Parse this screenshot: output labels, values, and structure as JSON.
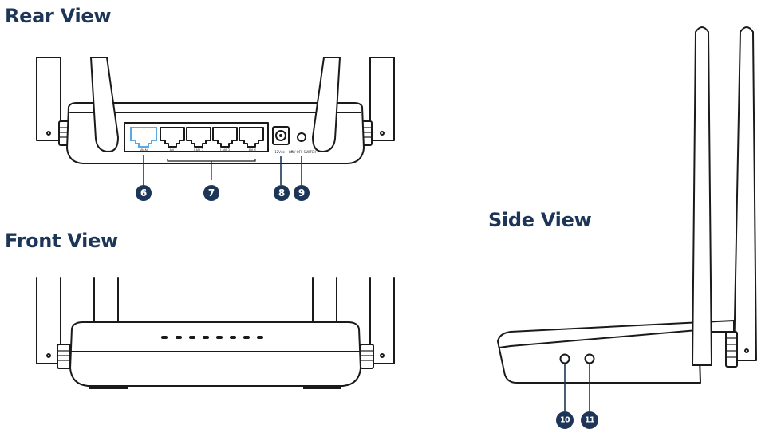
{
  "titles": {
    "rear": "Rear View",
    "front": "Front View",
    "side": "Side View"
  },
  "rear_port_labels": {
    "wan": "WAN",
    "lan1": "LAN 1",
    "lan2": "LAN 2",
    "lan3": "LAN 3",
    "lan4": "LAN 4",
    "power": "12Vdc ⎓ 1A",
    "switch": "ON / OFF SWITCH"
  },
  "callouts": [
    "6",
    "7",
    "8",
    "9",
    "10",
    "11"
  ],
  "colors": {
    "heading": "#1d3557",
    "callout": "#1d3557",
    "wan_port": "#5aa9e6",
    "outline": "#1a1a1a"
  }
}
